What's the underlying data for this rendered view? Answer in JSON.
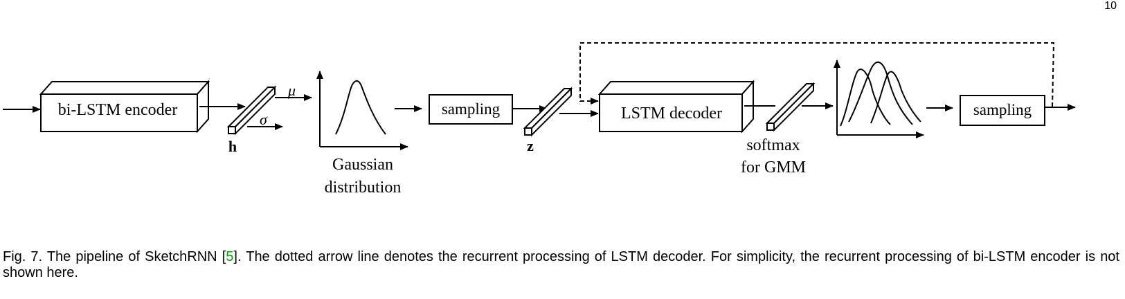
{
  "page_number": "10",
  "figure": {
    "encoder_label": "bi-LSTM encoder",
    "h_label": "h",
    "mu_label": "μ",
    "sigma_label": "σ",
    "gaussian_label_line1": "Gaussian",
    "gaussian_label_line2": "distribution",
    "sampling1_label": "sampling",
    "z_label": "z",
    "decoder_label": "LSTM decoder",
    "softmax_label_line1": "softmax",
    "softmax_label_line2": "for GMM",
    "sampling2_label": "sampling"
  },
  "caption": {
    "prefix": "Fig. 7. The pipeline of SketchRNN [",
    "ref": "5",
    "suffix": "]. The dotted arrow line denotes the recurrent processing of LSTM decoder. For simplicity, the recurrent processing of bi-LSTM encoder is not shown here."
  }
}
